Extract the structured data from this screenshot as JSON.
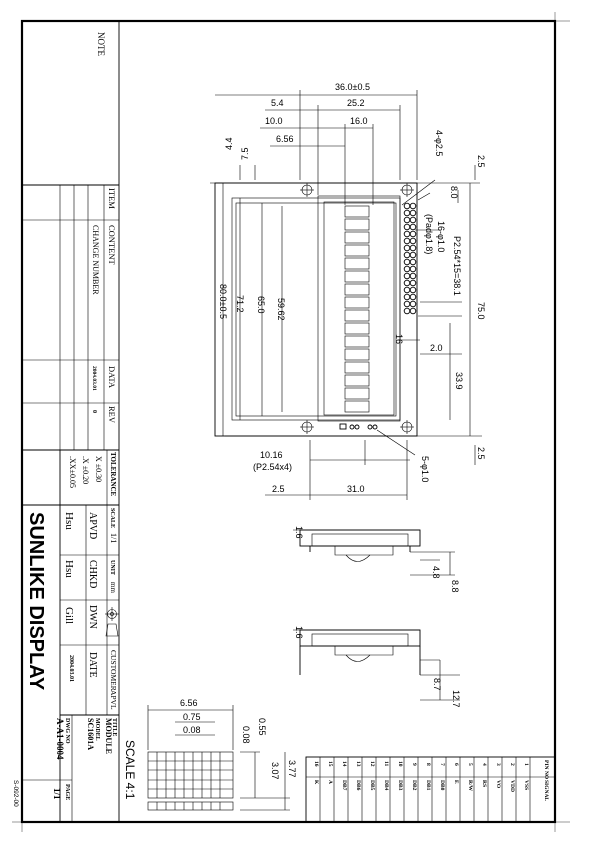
{
  "title_block": {
    "note_label": "NOTE",
    "revision": {
      "headers": {
        "item": "ITEM",
        "content": "CONTENT",
        "data": "DATA",
        "rev": "REV"
      },
      "rows": [
        {
          "item": "",
          "content": "CHANGE NUMBER",
          "data": "2004.03.01",
          "rev": "0"
        }
      ]
    },
    "tolerance": {
      "label": "TOLERANCE",
      "x": "X  ±0.30",
      "x1": ".X ±0.20",
      "x2": ".XX±0.05"
    },
    "scale": {
      "label": "SCALE",
      "value": "1/1"
    },
    "unit": {
      "label": "UNIT",
      "value": "mm"
    },
    "customer": {
      "label": "CUSTOMER",
      "apvl": "APVL"
    },
    "company": "SUNLIKE DISPLAY",
    "approvals": [
      {
        "role": "APVD",
        "name": "Hsu"
      },
      {
        "role": "CHKD",
        "name": "Hsu"
      },
      {
        "role": "DWN",
        "name": "Gill"
      },
      {
        "role": "DATE",
        "name": "2004.03.01"
      }
    ],
    "title_label": "TITLE",
    "title_value": "MODULE",
    "model_label": "MODEL",
    "model_value": "SC1601A",
    "dwg_label": "DWG NO",
    "dwg_value": "A-A1-0004",
    "page_label": "PAGE",
    "page_value": "1/1",
    "form_number": "S-092-00"
  },
  "drawing": {
    "dims": {
      "top_width": "36.0±0.5",
      "a": "5.4",
      "b": "25.2",
      "c": "10.0",
      "d": "16.0",
      "e": "6.56",
      "hole": "4-φ2.5",
      "f": "4.4",
      "g": "7.5",
      "h": "2.5",
      "i": "8.0",
      "pins": "16-φ1.0",
      "pad": "(Padφ1.8)",
      "pitch": "P2.54*15=38.1",
      "height": "80.0±0.5",
      "j": "71.2",
      "k": "65.0",
      "l": "59.62",
      "m": "75.0",
      "n": "16",
      "o": "2.0",
      "p": "33.9",
      "q": "2.5",
      "r": "10.16",
      "s": "(P2.54x4)",
      "t": "5-φ1.0",
      "u": "2.5",
      "v": "31.0"
    },
    "side_views": {
      "v1": {
        "a": "1.6",
        "b": "4.8",
        "c": "8.8"
      },
      "v2": {
        "a": "1.6",
        "b": "8.7",
        "c": "12.7"
      }
    },
    "scale_label": "SCALE 4:1",
    "char_dims": {
      "a": "6.56",
      "b": "0.75",
      "c": "0.08",
      "d": "0.55",
      "e": "0.08",
      "f": "3.07",
      "g": "3.77"
    }
  },
  "pin_table": {
    "headers": {
      "pin": "PIN NO",
      "signal": "SIGNAL"
    },
    "rows": [
      {
        "pin": "1",
        "signal": "VSS"
      },
      {
        "pin": "2",
        "signal": "VDD"
      },
      {
        "pin": "3",
        "signal": "VO"
      },
      {
        "pin": "4",
        "signal": "RS"
      },
      {
        "pin": "5",
        "signal": "R/W"
      },
      {
        "pin": "6",
        "signal": "E"
      },
      {
        "pin": "7",
        "signal": "DB0"
      },
      {
        "pin": "8",
        "signal": "DB1"
      },
      {
        "pin": "9",
        "signal": "DB2"
      },
      {
        "pin": "10",
        "signal": "DB3"
      },
      {
        "pin": "11",
        "signal": "DB4"
      },
      {
        "pin": "12",
        "signal": "DB5"
      },
      {
        "pin": "13",
        "signal": "DB6"
      },
      {
        "pin": "14",
        "signal": "DB7"
      },
      {
        "pin": "15",
        "signal": "A"
      },
      {
        "pin": "16",
        "signal": "K"
      }
    ]
  }
}
